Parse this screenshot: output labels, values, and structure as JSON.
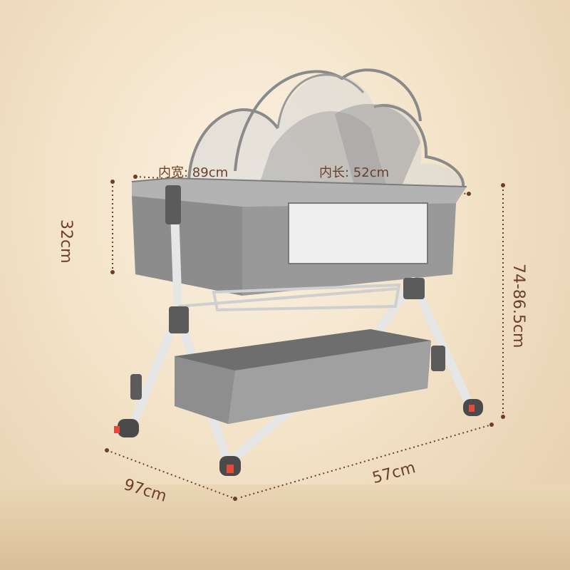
{
  "dimensions": {
    "inner_width": "内宽: 89cm",
    "inner_length": "内长: 52cm",
    "depth": "32cm",
    "height": "74-86.5cm",
    "width": "97cm",
    "length": "57cm"
  },
  "colors": {
    "dimension_text": "#6b3f2a",
    "fabric": "#8f8f8f",
    "frame": "#e9e9e9",
    "wheel_accent": "#e24a3a"
  }
}
